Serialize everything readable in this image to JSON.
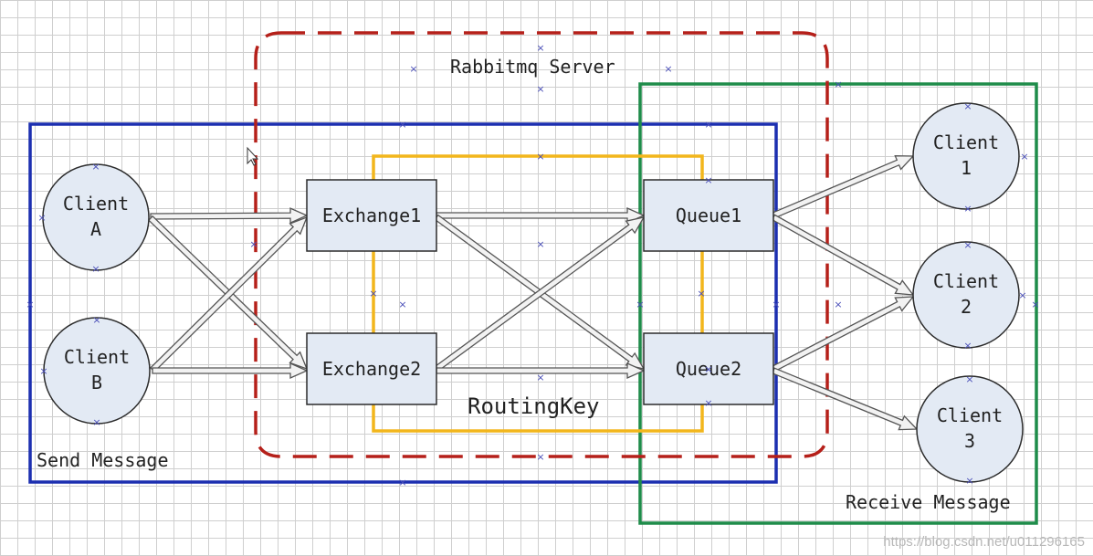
{
  "diagram": {
    "server_label": "Rabbitmq Server",
    "send_label": "Send Message",
    "receive_label": "Receive Message",
    "routing_label": "RoutingKey",
    "senders": [
      {
        "line1": "Client",
        "line2": "A"
      },
      {
        "line1": "Client",
        "line2": "B"
      }
    ],
    "exchanges": [
      "Exchange1",
      "Exchange2"
    ],
    "queues": [
      "Queue1",
      "Queue2"
    ],
    "receivers": [
      {
        "line1": "Client",
        "line2": "1"
      },
      {
        "line1": "Client",
        "line2": "2"
      },
      {
        "line1": "Client",
        "line2": "3"
      }
    ],
    "watermark": "https://blog.csdn.net/u011296165"
  },
  "colors": {
    "server_border": "#b5201a",
    "send_border": "#1c2fb0",
    "receive_border": "#1f8c4a",
    "routing_border": "#f2b61c",
    "node_fill": "#e3eaf4",
    "node_stroke": "#2b2b2b",
    "arrow_fill": "#f2f2f2"
  }
}
